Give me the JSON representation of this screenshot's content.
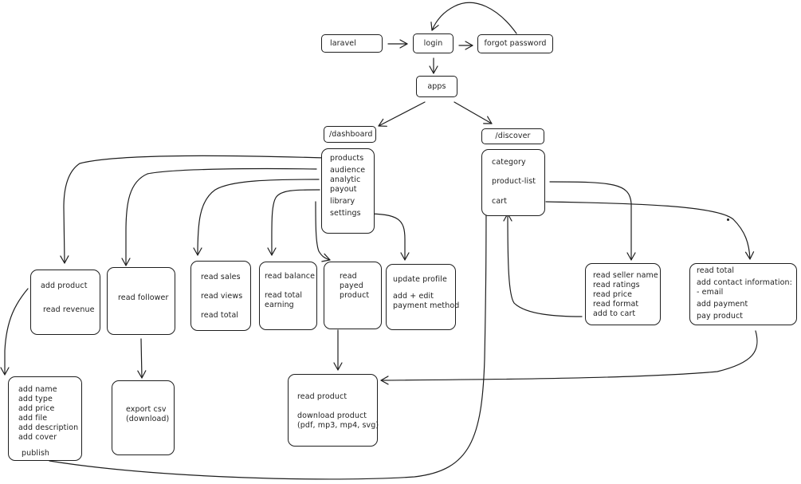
{
  "diagram": {
    "nodes": {
      "laravel": {
        "label": "laravel"
      },
      "login": {
        "label": "login"
      },
      "forgot_password": {
        "label": "forgot password"
      },
      "apps": {
        "label": "apps"
      },
      "dashboard": {
        "label": "/dashboard"
      },
      "discover": {
        "label": "/discover"
      },
      "dashboard_menu": {
        "items": [
          "products",
          "audience",
          "analytic",
          "payout",
          "library",
          "settings"
        ]
      },
      "discover_menu": {
        "items": [
          "category",
          "product-list",
          "cart"
        ]
      },
      "products_box": {
        "items": [
          "add product",
          "read revenue"
        ]
      },
      "audience_box": {
        "items": [
          "read follower"
        ]
      },
      "analytic_box": {
        "items": [
          "read sales",
          "read views",
          "read total"
        ]
      },
      "payout_box": {
        "items": [
          "read balance",
          "read total",
          "earning"
        ]
      },
      "library_box": {
        "items": [
          "read",
          "payed",
          "product"
        ]
      },
      "settings_box": {
        "items": [
          "update profile",
          "add + edit",
          "payment method"
        ]
      },
      "product_list_box": {
        "items": [
          "read seller name",
          "read ratings",
          "read price",
          "read format",
          "add to cart"
        ]
      },
      "cart_box": {
        "items": [
          "read total",
          "add contact information:",
          "- email",
          "add payment",
          "pay product"
        ]
      },
      "add_product_box": {
        "items": [
          "add name",
          "add type",
          "add price",
          "add file",
          "add description",
          "add cover",
          "publish"
        ]
      },
      "export_box": {
        "items": [
          "export csv",
          "(download)"
        ]
      },
      "library_detail_box": {
        "items": [
          "read product",
          "download product",
          "(pdf, mp3, mp4, svg)"
        ]
      }
    },
    "edges": [
      {
        "from": "laravel",
        "to": "login"
      },
      {
        "from": "login",
        "to": "forgot_password"
      },
      {
        "from": "forgot_password",
        "to": "login"
      },
      {
        "from": "login",
        "to": "apps"
      },
      {
        "from": "apps",
        "to": "dashboard"
      },
      {
        "from": "apps",
        "to": "discover"
      },
      {
        "from": "products",
        "to": "products_box"
      },
      {
        "from": "audience",
        "to": "audience_box"
      },
      {
        "from": "analytic",
        "to": "analytic_box"
      },
      {
        "from": "payout",
        "to": "payout_box"
      },
      {
        "from": "library",
        "to": "library_box"
      },
      {
        "from": "settings",
        "to": "settings_box"
      },
      {
        "from": "product-list",
        "to": "product_list_box"
      },
      {
        "from": "cart",
        "to": "cart_box"
      },
      {
        "from": "add product",
        "to": "add_product_box"
      },
      {
        "from": "read follower",
        "to": "export_box"
      },
      {
        "from": "library_box",
        "to": "library_detail_box"
      },
      {
        "from": "add to cart",
        "to": "cart"
      },
      {
        "from": "publish",
        "to": "product-list"
      },
      {
        "from": "cart_box",
        "to": "library_detail_box"
      }
    ]
  }
}
